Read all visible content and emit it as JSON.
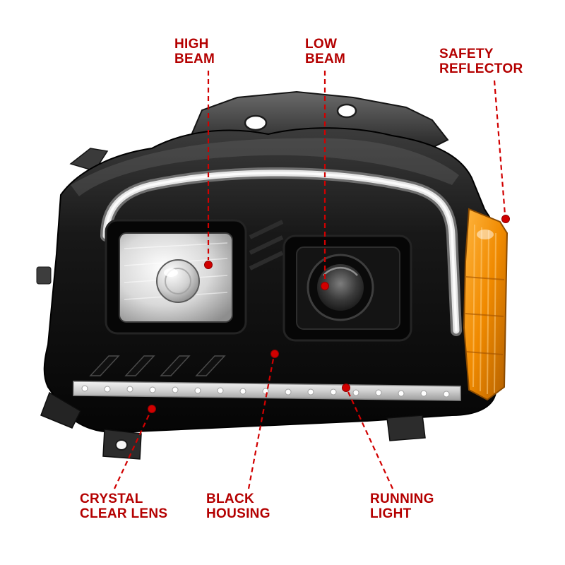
{
  "callouts": [
    {
      "id": "high-beam",
      "label": "HIGH\nBEAM"
    },
    {
      "id": "low-beam",
      "label": "LOW\nBEAM"
    },
    {
      "id": "safety-reflector",
      "label": "SAFETY\nREFLECTOR"
    },
    {
      "id": "crystal-clear-lens",
      "label": "CRYSTAL\nCLEAR LENS"
    },
    {
      "id": "black-housing",
      "label": "BLACK\nHOUSING"
    },
    {
      "id": "running-light",
      "label": "RUNNING\nLIGHT"
    }
  ],
  "colors": {
    "callout_text": "#b40000",
    "leader_line": "#d10000",
    "amber_reflector": "#f08a00",
    "housing": "#0b0b0b",
    "drl_bar": "#e4e4e4",
    "background": "#ffffff"
  }
}
